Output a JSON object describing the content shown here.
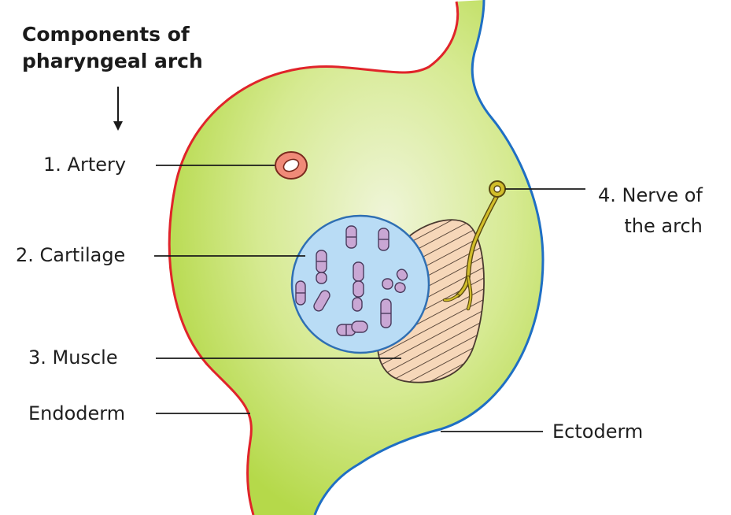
{
  "title": {
    "line1": "Components of",
    "line2": "pharyngeal arch"
  },
  "labels": {
    "artery": "1. Artery",
    "cartilage": "2. Cartilage",
    "muscle": "3. Muscle",
    "nerve_line1": "4. Nerve of",
    "nerve_line2": "the arch",
    "endoderm": "Endoderm",
    "ectoderm": "Ectoderm"
  },
  "colors": {
    "arch_fill_light": "#eef4d6",
    "arch_fill_dark": "#b9dc4e",
    "endoderm_line": "#e0242a",
    "ectoderm_line": "#1f6fc4",
    "artery": "#f08a78",
    "cartilage_fill": "#b9dcf5",
    "cartilage_outline": "#2f6fb3",
    "chondrocyte": "#c9a7d4",
    "muscle_fill": "#f6d6b8",
    "nerve": "#c9b520"
  }
}
